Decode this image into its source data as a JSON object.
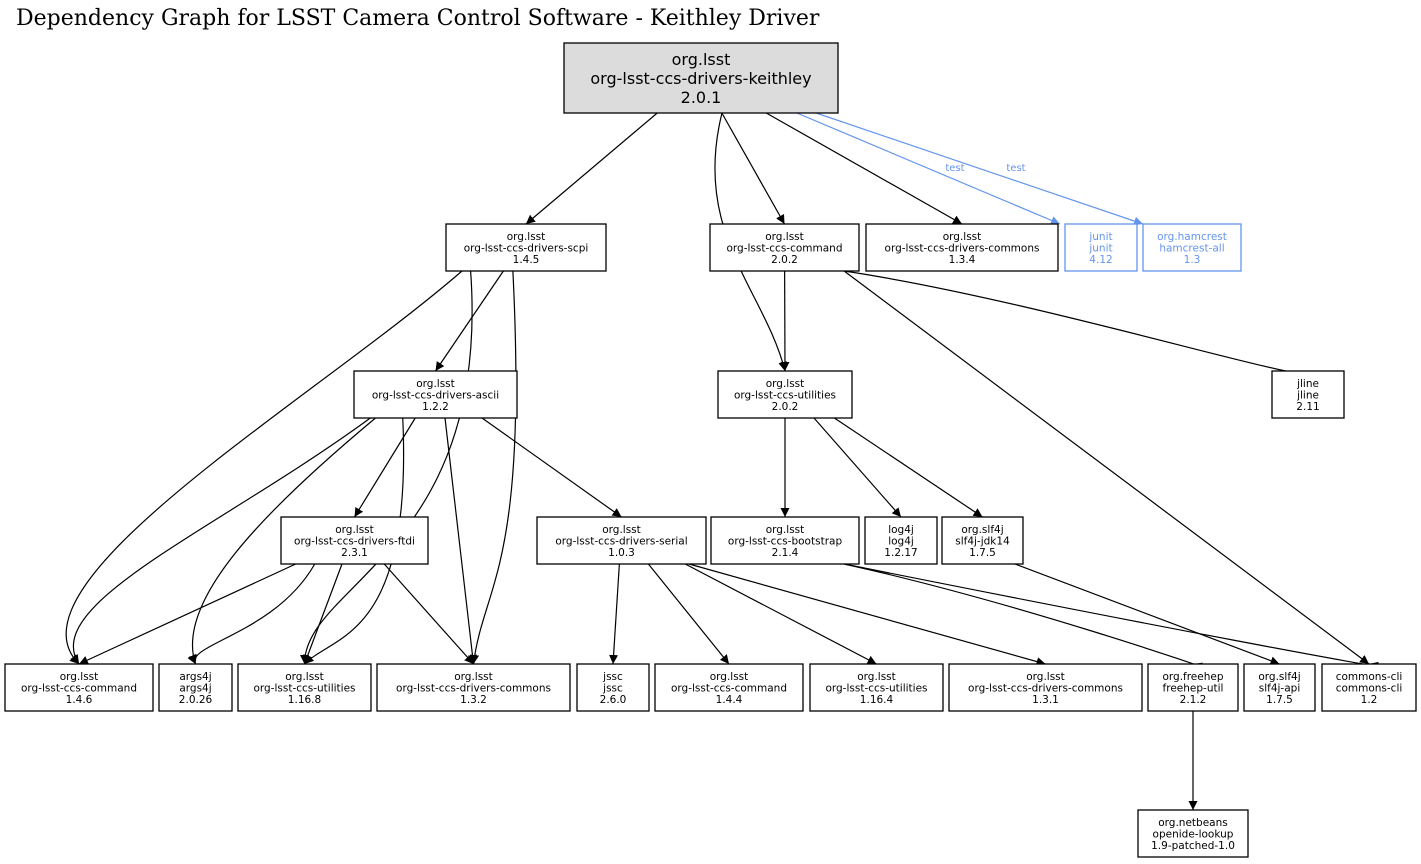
{
  "title": "Dependency Graph for LSST Camera Control Software - Keithley Driver",
  "colors": {
    "test_edge": "#6495ed",
    "root_fill": "#dcdcdc"
  },
  "nodes": [
    {
      "id": "keithley",
      "group": "org.lsst",
      "artifact": "org-lsst-ccs-drivers-keithley",
      "version": "2.0.1",
      "root": true
    },
    {
      "id": "scpi",
      "group": "org.lsst",
      "artifact": "org-lsst-ccs-drivers-scpi",
      "version": "1.4.5"
    },
    {
      "id": "command202",
      "group": "org.lsst",
      "artifact": "org-lsst-ccs-command",
      "version": "2.0.2"
    },
    {
      "id": "commons134",
      "group": "org.lsst",
      "artifact": "org-lsst-ccs-drivers-commons",
      "version": "1.3.4"
    },
    {
      "id": "junit",
      "group": "junit",
      "artifact": "junit",
      "version": "4.12",
      "test": true
    },
    {
      "id": "hamcrest",
      "group": "org.hamcrest",
      "artifact": "hamcrest-all",
      "version": "1.3",
      "test": true
    },
    {
      "id": "ascii",
      "group": "org.lsst",
      "artifact": "org-lsst-ccs-drivers-ascii",
      "version": "1.2.2"
    },
    {
      "id": "utilities202",
      "group": "org.lsst",
      "artifact": "org-lsst-ccs-utilities",
      "version": "2.0.2"
    },
    {
      "id": "jline",
      "group": "jline",
      "artifact": "jline",
      "version": "2.11"
    },
    {
      "id": "ftdi",
      "group": "org.lsst",
      "artifact": "org-lsst-ccs-drivers-ftdi",
      "version": "2.3.1"
    },
    {
      "id": "serial",
      "group": "org.lsst",
      "artifact": "org-lsst-ccs-drivers-serial",
      "version": "1.0.3"
    },
    {
      "id": "bootstrap",
      "group": "org.lsst",
      "artifact": "org-lsst-ccs-bootstrap",
      "version": "2.1.4"
    },
    {
      "id": "log4j",
      "group": "log4j",
      "artifact": "log4j",
      "version": "1.2.17"
    },
    {
      "id": "slf4jjdk14",
      "group": "org.slf4j",
      "artifact": "slf4j-jdk14",
      "version": "1.7.5"
    },
    {
      "id": "command146",
      "group": "org.lsst",
      "artifact": "org-lsst-ccs-command",
      "version": "1.4.6"
    },
    {
      "id": "args4j",
      "group": "args4j",
      "artifact": "args4j",
      "version": "2.0.26"
    },
    {
      "id": "utilities1168",
      "group": "org.lsst",
      "artifact": "org-lsst-ccs-utilities",
      "version": "1.16.8"
    },
    {
      "id": "commons132",
      "group": "org.lsst",
      "artifact": "org-lsst-ccs-drivers-commons",
      "version": "1.3.2"
    },
    {
      "id": "jssc",
      "group": "jssc",
      "artifact": "jssc",
      "version": "2.6.0"
    },
    {
      "id": "command144",
      "group": "org.lsst",
      "artifact": "org-lsst-ccs-command",
      "version": "1.4.4"
    },
    {
      "id": "utilities1164",
      "group": "org.lsst",
      "artifact": "org-lsst-ccs-utilities",
      "version": "1.16.4"
    },
    {
      "id": "commons131",
      "group": "org.lsst",
      "artifact": "org-lsst-ccs-drivers-commons",
      "version": "1.3.1"
    },
    {
      "id": "freehep",
      "group": "org.freehep",
      "artifact": "freehep-util",
      "version": "2.1.2"
    },
    {
      "id": "slf4japi",
      "group": "org.slf4j",
      "artifact": "slf4j-api",
      "version": "1.7.5"
    },
    {
      "id": "commonscli",
      "group": "commons-cli",
      "artifact": "commons-cli",
      "version": "1.2"
    },
    {
      "id": "openide",
      "group": "org.netbeans",
      "artifact": "openide-lookup",
      "version": "1.9-patched-1.0"
    }
  ],
  "edges": [
    {
      "from": "keithley",
      "to": "scpi"
    },
    {
      "from": "keithley",
      "to": "utilities202"
    },
    {
      "from": "keithley",
      "to": "command202"
    },
    {
      "from": "keithley",
      "to": "commons134"
    },
    {
      "from": "keithley",
      "to": "junit",
      "label": "test"
    },
    {
      "from": "keithley",
      "to": "hamcrest",
      "label": "test"
    },
    {
      "from": "scpi",
      "to": "command146"
    },
    {
      "from": "scpi",
      "to": "ascii"
    },
    {
      "from": "scpi",
      "to": "utilities1168"
    },
    {
      "from": "scpi",
      "to": "commons132"
    },
    {
      "from": "command202",
      "to": "utilities202"
    },
    {
      "from": "command202",
      "to": "commonscli"
    },
    {
      "from": "command202",
      "to": "jline"
    },
    {
      "from": "ascii",
      "to": "command146"
    },
    {
      "from": "ascii",
      "to": "args4j"
    },
    {
      "from": "ascii",
      "to": "ftdi"
    },
    {
      "from": "ascii",
      "to": "utilities1168"
    },
    {
      "from": "ascii",
      "to": "commons132"
    },
    {
      "from": "ascii",
      "to": "serial"
    },
    {
      "from": "utilities202",
      "to": "bootstrap"
    },
    {
      "from": "utilities202",
      "to": "log4j"
    },
    {
      "from": "utilities202",
      "to": "slf4jjdk14"
    },
    {
      "from": "ftdi",
      "to": "command146"
    },
    {
      "from": "ftdi",
      "to": "args4j"
    },
    {
      "from": "ftdi",
      "to": "utilities1168"
    },
    {
      "from": "ftdi",
      "to": "commons132"
    },
    {
      "from": "serial",
      "to": "jssc"
    },
    {
      "from": "serial",
      "to": "command144"
    },
    {
      "from": "serial",
      "to": "utilities1164"
    },
    {
      "from": "serial",
      "to": "commons131"
    },
    {
      "from": "bootstrap",
      "to": "freehep"
    },
    {
      "from": "bootstrap",
      "to": "commonscli"
    },
    {
      "from": "slf4jjdk14",
      "to": "slf4japi"
    },
    {
      "from": "freehep",
      "to": "openide"
    }
  ]
}
